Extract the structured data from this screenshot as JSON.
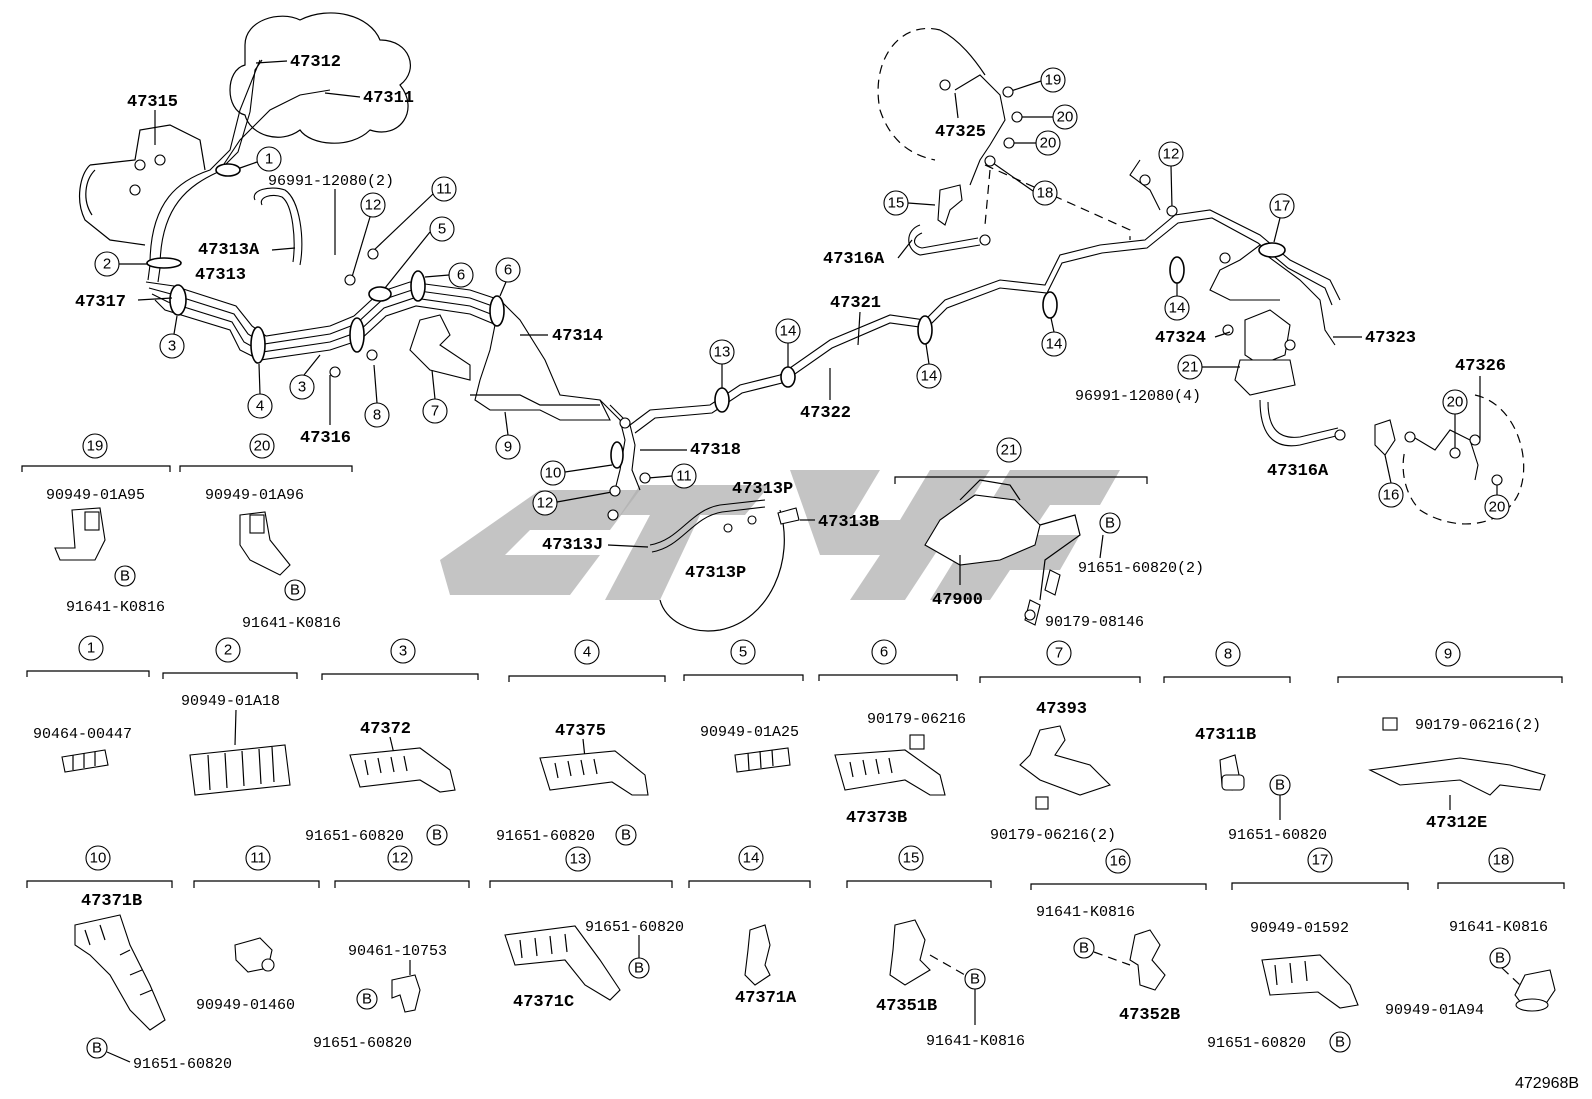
{
  "diagram_id": "472968B",
  "callouts": [
    "1",
    "2",
    "3",
    "4",
    "5",
    "6",
    "7",
    "8",
    "9",
    "10",
    "11",
    "12",
    "13",
    "14",
    "15",
    "16",
    "17",
    "18",
    "19",
    "20",
    "21"
  ],
  "bolt_symbol": "B",
  "main_labels": {
    "p47312": "47312",
    "p47311": "47311",
    "p47315": "47315",
    "p96991_2": "96991-12080(2)",
    "p47313A": "47313A",
    "p47313": "47313",
    "p47317": "47317",
    "p47316": "47316",
    "p47314": "47314",
    "p47318": "47318",
    "p47313P_a": "47313P",
    "p47313B": "47313B",
    "p47313J": "47313J",
    "p47313P_b": "47313P",
    "p47321": "47321",
    "p47322": "47322",
    "p47325": "47325",
    "p47316A_a": "47316A",
    "p47324": "47324",
    "p47323": "47323",
    "p96991_4": "96991-12080(4)",
    "p47326": "47326",
    "p47316A_b": "47316A",
    "p47900": "47900",
    "p91651_2": "91651-60820(2)",
    "p90179_08146": "90179-08146"
  },
  "detail_labels": {
    "d19_a": "90949-01A95",
    "d19_b": "91641-K0816",
    "d20_a": "90949-01A96",
    "d20_b": "91641-K0816",
    "d1": "90464-00447",
    "d2": "90949-01A18",
    "d3_a": "47372",
    "d3_b": "91651-60820",
    "d4_a": "47375",
    "d4_b": "91651-60820",
    "d5": "90949-01A25",
    "d6_a": "90179-06216",
    "d6_b": "47373B",
    "d7_a": "47393",
    "d7_b": "90179-06216(2)",
    "d8_a": "47311B",
    "d8_b": "91651-60820",
    "d9_a": "90179-06216(2)",
    "d9_b": "47312E",
    "d10_a": "47371B",
    "d10_b": "91651-60820",
    "d11": "90949-01460",
    "d12_a": "90461-10753",
    "d12_b": "91651-60820",
    "d13_a": "91651-60820",
    "d13_b": "47371C",
    "d14": "47371A",
    "d15_a": "47351B",
    "d15_b": "91641-K0816",
    "d16_a": "91641-K0816",
    "d16_b": "47352B",
    "d17_a": "90949-01592",
    "d17_b": "91651-60820",
    "d18_a": "91641-K0816",
    "d18_b": "90949-01A94"
  }
}
